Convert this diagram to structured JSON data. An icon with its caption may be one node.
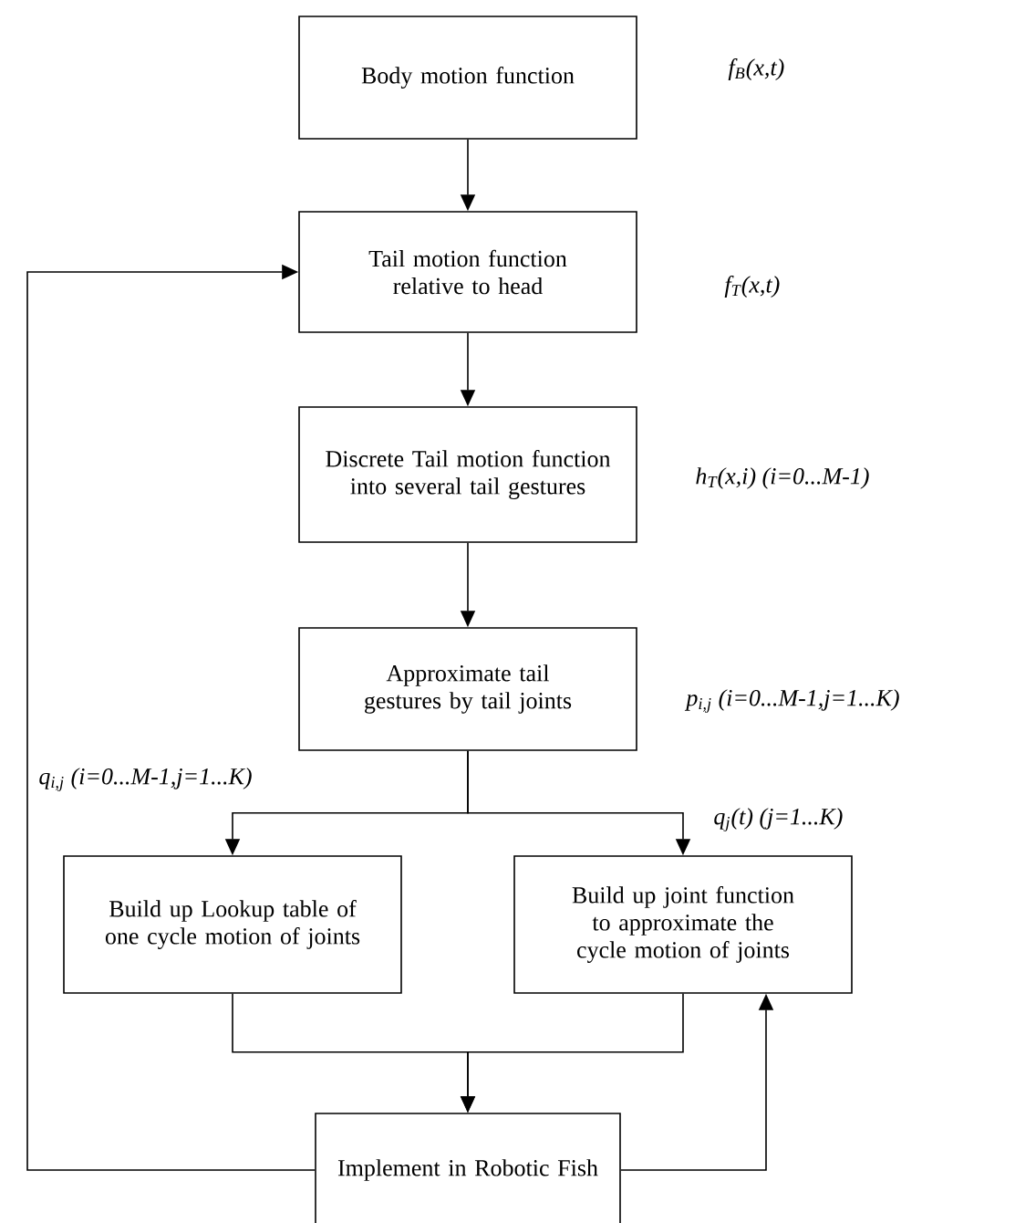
{
  "diagram": {
    "nodes": [
      {
        "text": [
          "Body motion function"
        ],
        "beside": [
          "f$_{B}$(x,t)"
        ]
      },
      {
        "text": [
          "Tail motion function relative to head"
        ],
        "beside": [
          "f$_{T}$(x,t)"
        ]
      },
      {
        "text": [
          "Discrete Tail motion function into several tail gestures"
        ],
        "beside": [
          "h$_{T}$(x,i) (i=0...M-1)"
        ]
      },
      {
        "text": [
          "Approximate tail gestures by tail joints"
        ],
        "beside": [
          "p$_{i,j}$ (i=0...M-1,j=1...K)"
        ]
      },
      {
        "text": [
          "Build up Lookup table of one cycle motion of joints"
        ]
      },
      {
        "text": [
          "Build up joint function to approximate the cycle motion of joints"
        ]
      },
      {
        "text": [
          "Implement in Robotic Fish"
        ]
      }
    ],
    "edges": [
      {
        "from": 0,
        "to": 1,
        "arrow": "to"
      },
      {
        "from": 1,
        "to": 2,
        "arrow": "to"
      },
      {
        "from": 2,
        "to": 3,
        "arrow": "to"
      },
      {
        "from": 3,
        "to": 4,
        "arrow": "to",
        "label": "q$_{i,j}$ (i=0...M-1,j=1...K)"
      },
      {
        "from": 3,
        "to": 5,
        "arrow": "to",
        "label": "q$_{j}$(t) (j=1...K)"
      },
      {
        "from": 4,
        "to": 6,
        "arrow": "to"
      },
      {
        "from": 5,
        "to": 6,
        "arrow": "to"
      },
      {
        "from": 6,
        "to": 1,
        "arrow": "to"
      },
      {
        "from": 6,
        "to": 5,
        "arrow": "to"
      }
    ]
  }
}
